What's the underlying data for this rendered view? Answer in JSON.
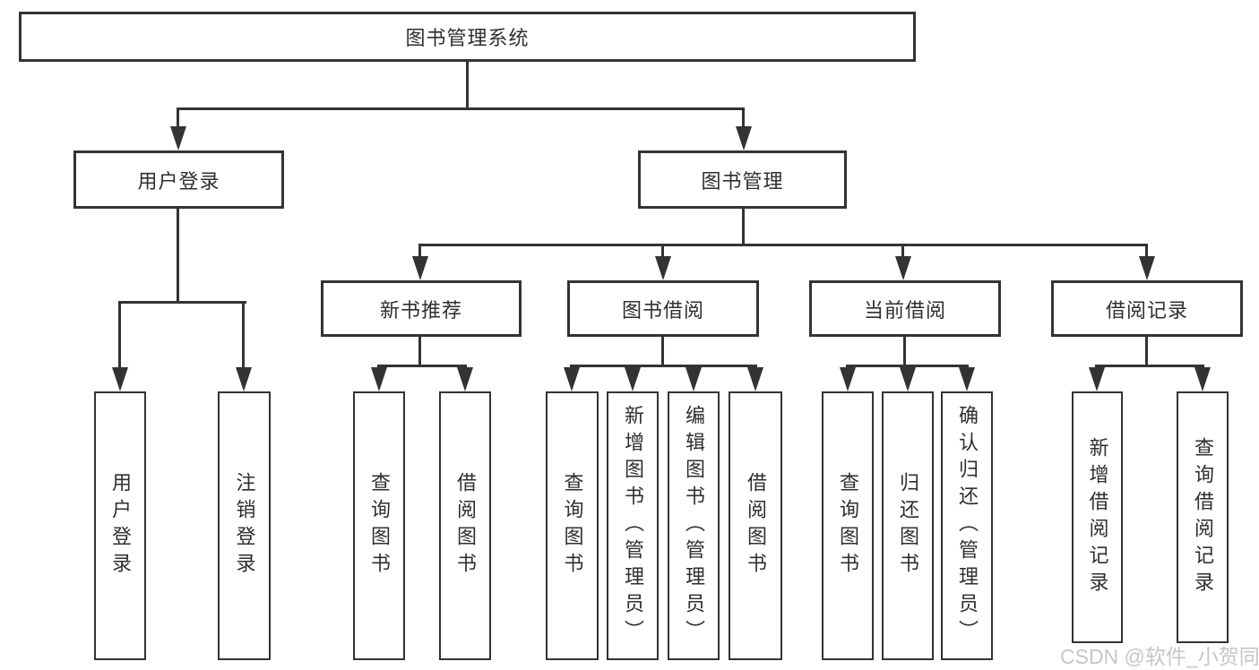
{
  "colors": {
    "line": "#333333",
    "box_border": "#333333",
    "text": "#2f2f2f",
    "background": "#ffffff",
    "watermark": "#c6c6c6"
  },
  "watermark": {
    "text": "CSDN @软件_小贺同学"
  },
  "tree": {
    "root": {
      "label": "图书管理系统"
    },
    "branches": [
      {
        "label": "用户登录",
        "children": [
          {
            "label": "用户登录"
          },
          {
            "label": "注销登录"
          }
        ]
      },
      {
        "label": "图书管理",
        "children": [
          {
            "label": "新书推荐",
            "children": [
              {
                "label": "查询图书"
              },
              {
                "label": "借阅图书"
              }
            ]
          },
          {
            "label": "图书借阅",
            "children": [
              {
                "label": "查询图书"
              },
              {
                "label": "新增图书（管理员）"
              },
              {
                "label": "编辑图书（管理员）"
              },
              {
                "label": "借阅图书"
              }
            ]
          },
          {
            "label": "当前借阅",
            "children": [
              {
                "label": "查询图书"
              },
              {
                "label": "归还图书"
              },
              {
                "label": "确认归还（管理员）"
              }
            ]
          },
          {
            "label": "借阅记录",
            "children": [
              {
                "label": "新增借阅记录"
              },
              {
                "label": "查询借阅记录"
              }
            ]
          }
        ]
      }
    ]
  }
}
